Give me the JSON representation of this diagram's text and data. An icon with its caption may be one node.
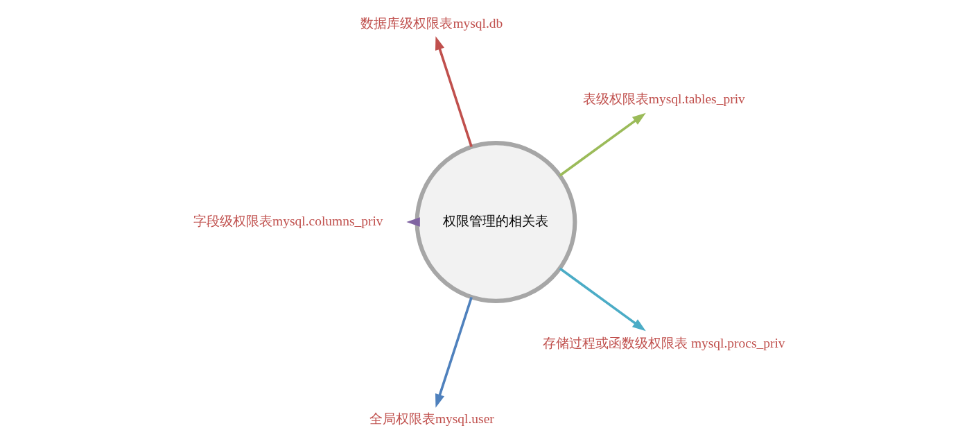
{
  "diagram": {
    "nodes": [
      {
        "text": [
          "权限管理的相关表"
        ]
      },
      {
        "text": [
          "表级权限表mysql.tables_priv"
        ]
      },
      {
        "text": [
          "数据库级权限表mysql.db"
        ]
      },
      {
        "text": [
          "字段级权限表mysql.columns_priv"
        ]
      },
      {
        "text": [
          "全局权限表mysql.user"
        ]
      },
      {
        "text": [
          "存储过程或函数级权限表 mysql.procs_priv"
        ]
      }
    ],
    "edges": [
      {
        "from": 0,
        "to": 1,
        "arrow": "to",
        "color": "#9bbb59"
      },
      {
        "from": 0,
        "to": 2,
        "arrow": "to",
        "color": "#c0504d"
      },
      {
        "from": 0,
        "to": 3,
        "arrow": "to",
        "color": "#8064a2"
      },
      {
        "from": 0,
        "to": 4,
        "arrow": "to",
        "color": "#4f81bd"
      },
      {
        "from": 0,
        "to": 5,
        "arrow": "to",
        "color": "#4bacc6"
      }
    ]
  }
}
